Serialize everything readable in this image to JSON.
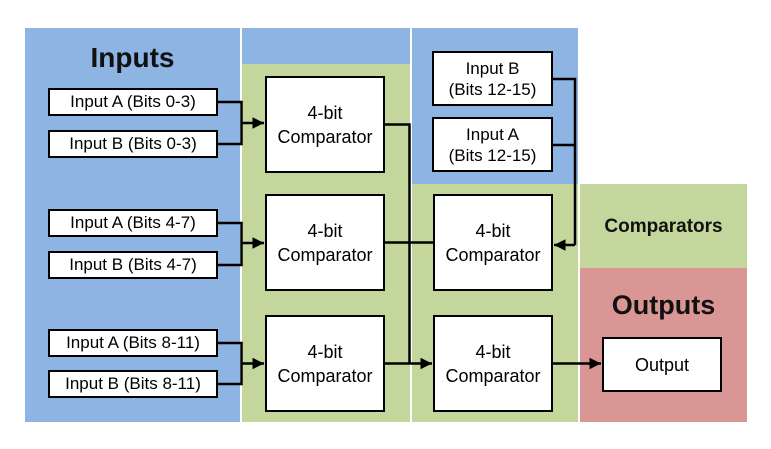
{
  "regions": {
    "inputs": {
      "title": "Inputs",
      "color": "#8DB4E2"
    },
    "comparators": {
      "title": "Comparators",
      "color": "#C3D69B"
    },
    "outputs": {
      "title": "Outputs",
      "color": "#D99694"
    }
  },
  "nodes": {
    "input_a_0_3": {
      "label": "Input A (Bits 0-3)"
    },
    "input_b_0_3": {
      "label": "Input B (Bits 0-3)"
    },
    "input_a_4_7": {
      "label": "Input A (Bits 4-7)"
    },
    "input_b_4_7": {
      "label": "Input B (Bits 4-7)"
    },
    "input_a_8_11": {
      "label": "Input A (Bits 8-11)"
    },
    "input_b_8_11": {
      "label": "Input B (Bits 8-11)"
    },
    "input_b_12_15": {
      "line1": "Input B",
      "line2": "(Bits 12-15)"
    },
    "input_a_12_15": {
      "line1": "Input A",
      "line2": "(Bits 12-15)"
    },
    "comparator_bits_0_3": {
      "line1": "4-bit",
      "line2": "Comparator"
    },
    "comparator_bits_4_7": {
      "line1": "4-bit",
      "line2": "Comparator"
    },
    "comparator_bits_8_11": {
      "line1": "4-bit",
      "line2": "Comparator"
    },
    "comparator_stage2_upper": {
      "line1": "4-bit",
      "line2": "Comparator"
    },
    "comparator_stage2_lower": {
      "line1": "4-bit",
      "line2": "Comparator"
    },
    "output": {
      "label": "Output"
    }
  },
  "style_colors": {
    "wire": "#000000",
    "box_fill": "#ffffff",
    "box_border": "#000000"
  }
}
